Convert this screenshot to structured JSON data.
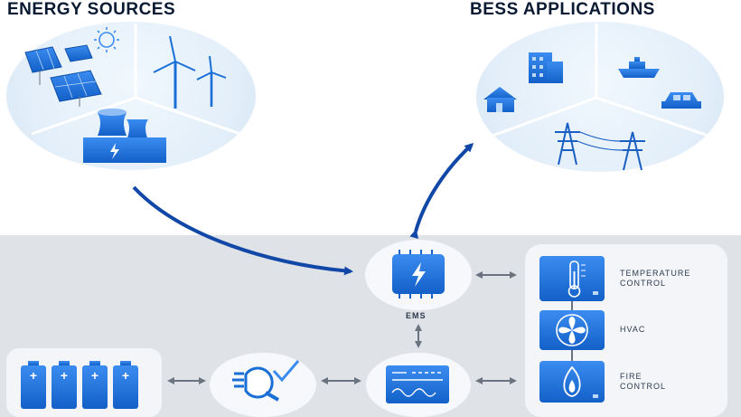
{
  "titles": {
    "energy_sources": "ENERGY SOURCES",
    "bess_applications": "BESS APPLICATIONS"
  },
  "ems_label": "EMS",
  "controls": [
    {
      "label_line1": "TEMPERATURE",
      "label_line2": "CONTROL",
      "icon": "thermometer-icon"
    },
    {
      "label_line1": "HVAC",
      "label_line2": "",
      "icon": "fan-icon"
    },
    {
      "label_line1": "FIRE",
      "label_line2": "CONTROL",
      "icon": "flame-icon"
    }
  ],
  "colors": {
    "accent": "#1e73d9",
    "dark_blue": "#1148a8",
    "band": "#dfe2e7",
    "text": "#0a1a33"
  }
}
